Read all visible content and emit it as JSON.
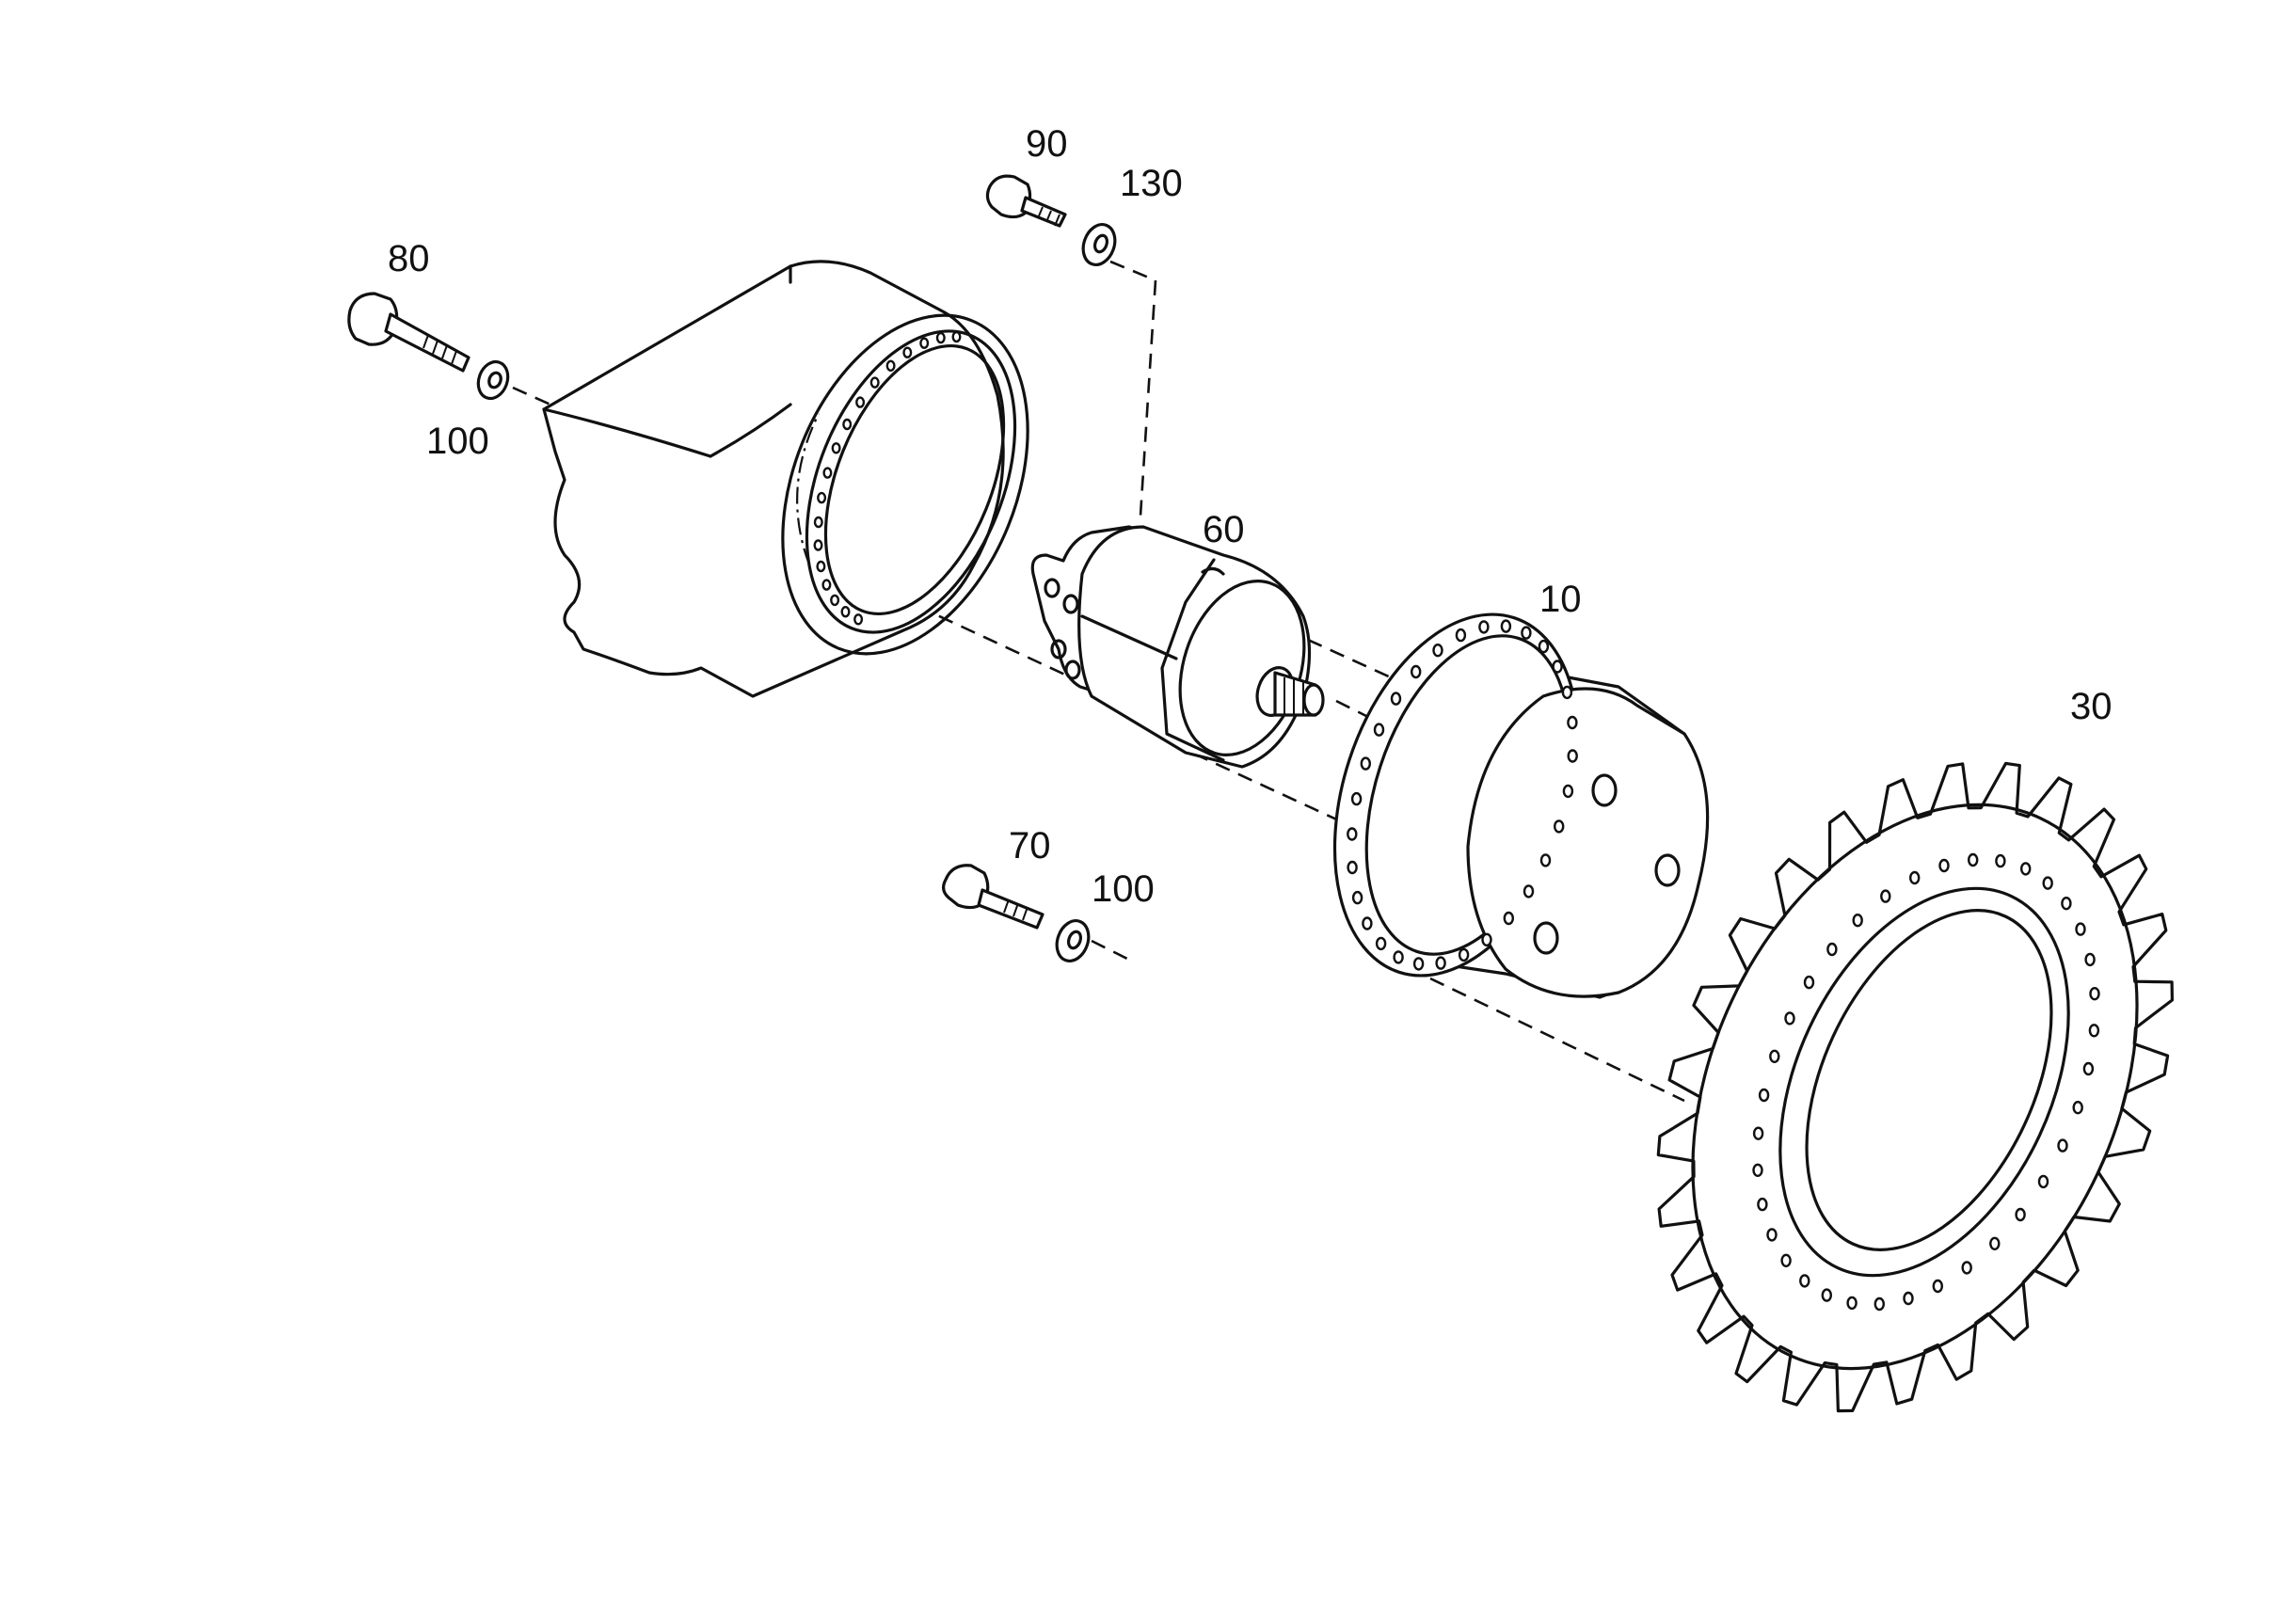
{
  "callouts": {
    "p10": "10",
    "p30": "30",
    "p60": "60",
    "p70": "70",
    "p80": "80",
    "p90": "90",
    "p100_upper": "100",
    "p100_lower": "100",
    "p130": "130"
  },
  "colors": {
    "ink": "#111111",
    "paper": "#ffffff"
  }
}
